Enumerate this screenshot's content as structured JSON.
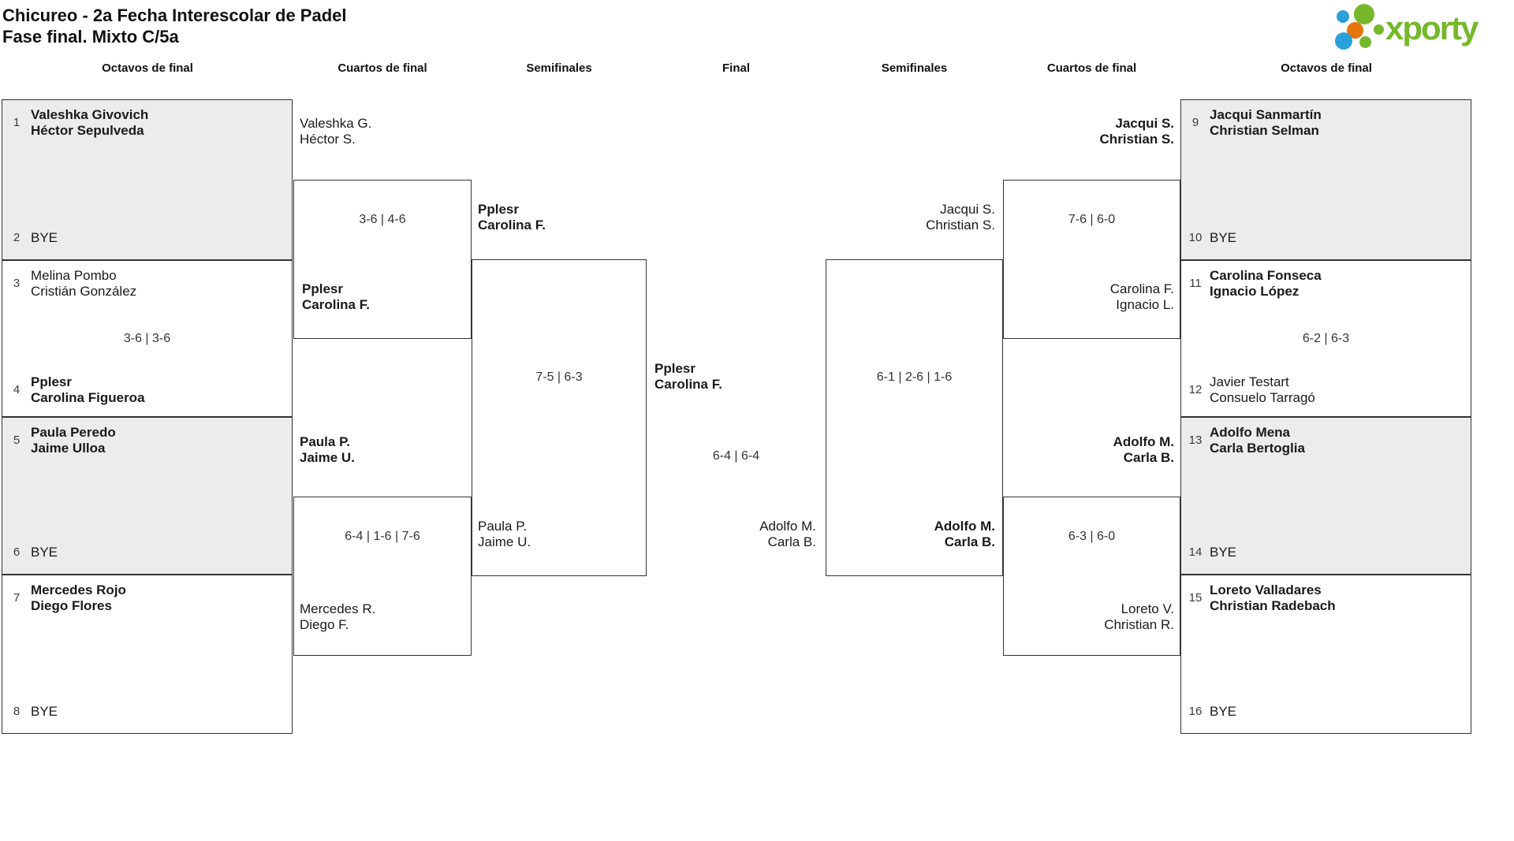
{
  "title": {
    "line1": "Chicureo - 2a Fecha Interescolar de Padel",
    "line2": "Fase final. Mixto C/5a"
  },
  "brand": {
    "name": "xporty",
    "green": "#76b82a",
    "blue": "#29a0da",
    "orange": "#e8720c"
  },
  "colors": {
    "box_border": "#333333",
    "shaded_box_bg": "#ececec",
    "text": "#1a1a1a"
  },
  "round_headers": [
    "Octavos de final",
    "Cuartos de final",
    "Semifinales",
    "Final",
    "Semifinales",
    "Cuartos de final",
    "Octavos de final"
  ],
  "octavos": {
    "left": [
      {
        "seed_a": "1",
        "team_a": [
          "Valeshka Givovich",
          "Héctor Sepulveda"
        ],
        "winner": "a",
        "seed_b": "2",
        "team_b": [
          "BYE"
        ],
        "shaded": true
      },
      {
        "seed_a": "3",
        "team_a": [
          "Melina Pombo",
          "Cristián González"
        ],
        "score": "3-6 | 3-6",
        "winner": "b",
        "seed_b": "4",
        "team_b": [
          "Pplesr",
          "Carolina Figueroa"
        ],
        "shaded": false
      },
      {
        "seed_a": "5",
        "team_a": [
          "Paula Peredo",
          "Jaime Ulloa"
        ],
        "winner": "a",
        "seed_b": "6",
        "team_b": [
          "BYE"
        ],
        "shaded": true
      },
      {
        "seed_a": "7",
        "team_a": [
          "Mercedes Rojo",
          "Diego Flores"
        ],
        "winner": "a",
        "seed_b": "8",
        "team_b": [
          "BYE"
        ],
        "shaded": false
      }
    ],
    "right": [
      {
        "seed_a": "9",
        "team_a": [
          "Jacqui Sanmartín",
          "Christian Selman"
        ],
        "winner": "a",
        "seed_b": "10",
        "team_b": [
          "BYE"
        ],
        "shaded": true
      },
      {
        "seed_a": "11",
        "team_a": [
          "Carolina Fonseca",
          "Ignacio López"
        ],
        "score": "6-2 | 6-3",
        "winner": "a",
        "seed_b": "12",
        "team_b": [
          "Javier Testart",
          "Consuelo Tarragó"
        ],
        "shaded": false
      },
      {
        "seed_a": "13",
        "team_a": [
          "Adolfo Mena",
          "Carla Bertoglia"
        ],
        "winner": "a",
        "seed_b": "14",
        "team_b": [
          "BYE"
        ],
        "shaded": true
      },
      {
        "seed_a": "15",
        "team_a": [
          "Loreto Valladares",
          "Christian Radebach"
        ],
        "winner": "a",
        "seed_b": "16",
        "team_b": [
          "BYE"
        ],
        "shaded": false
      }
    ]
  },
  "cuartos": {
    "left": [
      {
        "team_a": [
          "Valeshka G.",
          "Héctor S."
        ],
        "score": "3-6 | 4-6",
        "winner": "b",
        "team_b": [
          "Pplesr",
          "Carolina F."
        ]
      },
      {
        "team_a": [
          "Paula P.",
          "Jaime U."
        ],
        "score": "6-4 | 1-6 | 7-6",
        "winner": "a",
        "team_b": [
          "Mercedes R.",
          "Diego F."
        ]
      }
    ],
    "right": [
      {
        "team_a": [
          "Jacqui S.",
          "Christian S."
        ],
        "score": "7-6 | 6-0",
        "winner": "a",
        "team_b": [
          "Carolina F.",
          "Ignacio L."
        ]
      },
      {
        "team_a": [
          "Adolfo M.",
          "Carla B."
        ],
        "score": "6-3 | 6-0",
        "winner": "a",
        "team_b": [
          "Loreto V.",
          "Christian R."
        ]
      }
    ]
  },
  "semifinales": {
    "left": {
      "team_a": [
        "Pplesr",
        "Carolina F."
      ],
      "score": "7-5 | 6-3",
      "winner": "a",
      "team_b": [
        "Paula P.",
        "Jaime U."
      ]
    },
    "right": {
      "team_a": [
        "Jacqui S.",
        "Christian S."
      ],
      "score": "6-1 | 2-6 | 1-6",
      "winner": "b",
      "team_b": [
        "Adolfo M.",
        "Carla B."
      ]
    }
  },
  "final": {
    "champion": [
      "Pplesr",
      "Carolina F."
    ],
    "score": "6-4 | 6-4",
    "runner_up": [
      "Adolfo M.",
      "Carla B."
    ]
  }
}
